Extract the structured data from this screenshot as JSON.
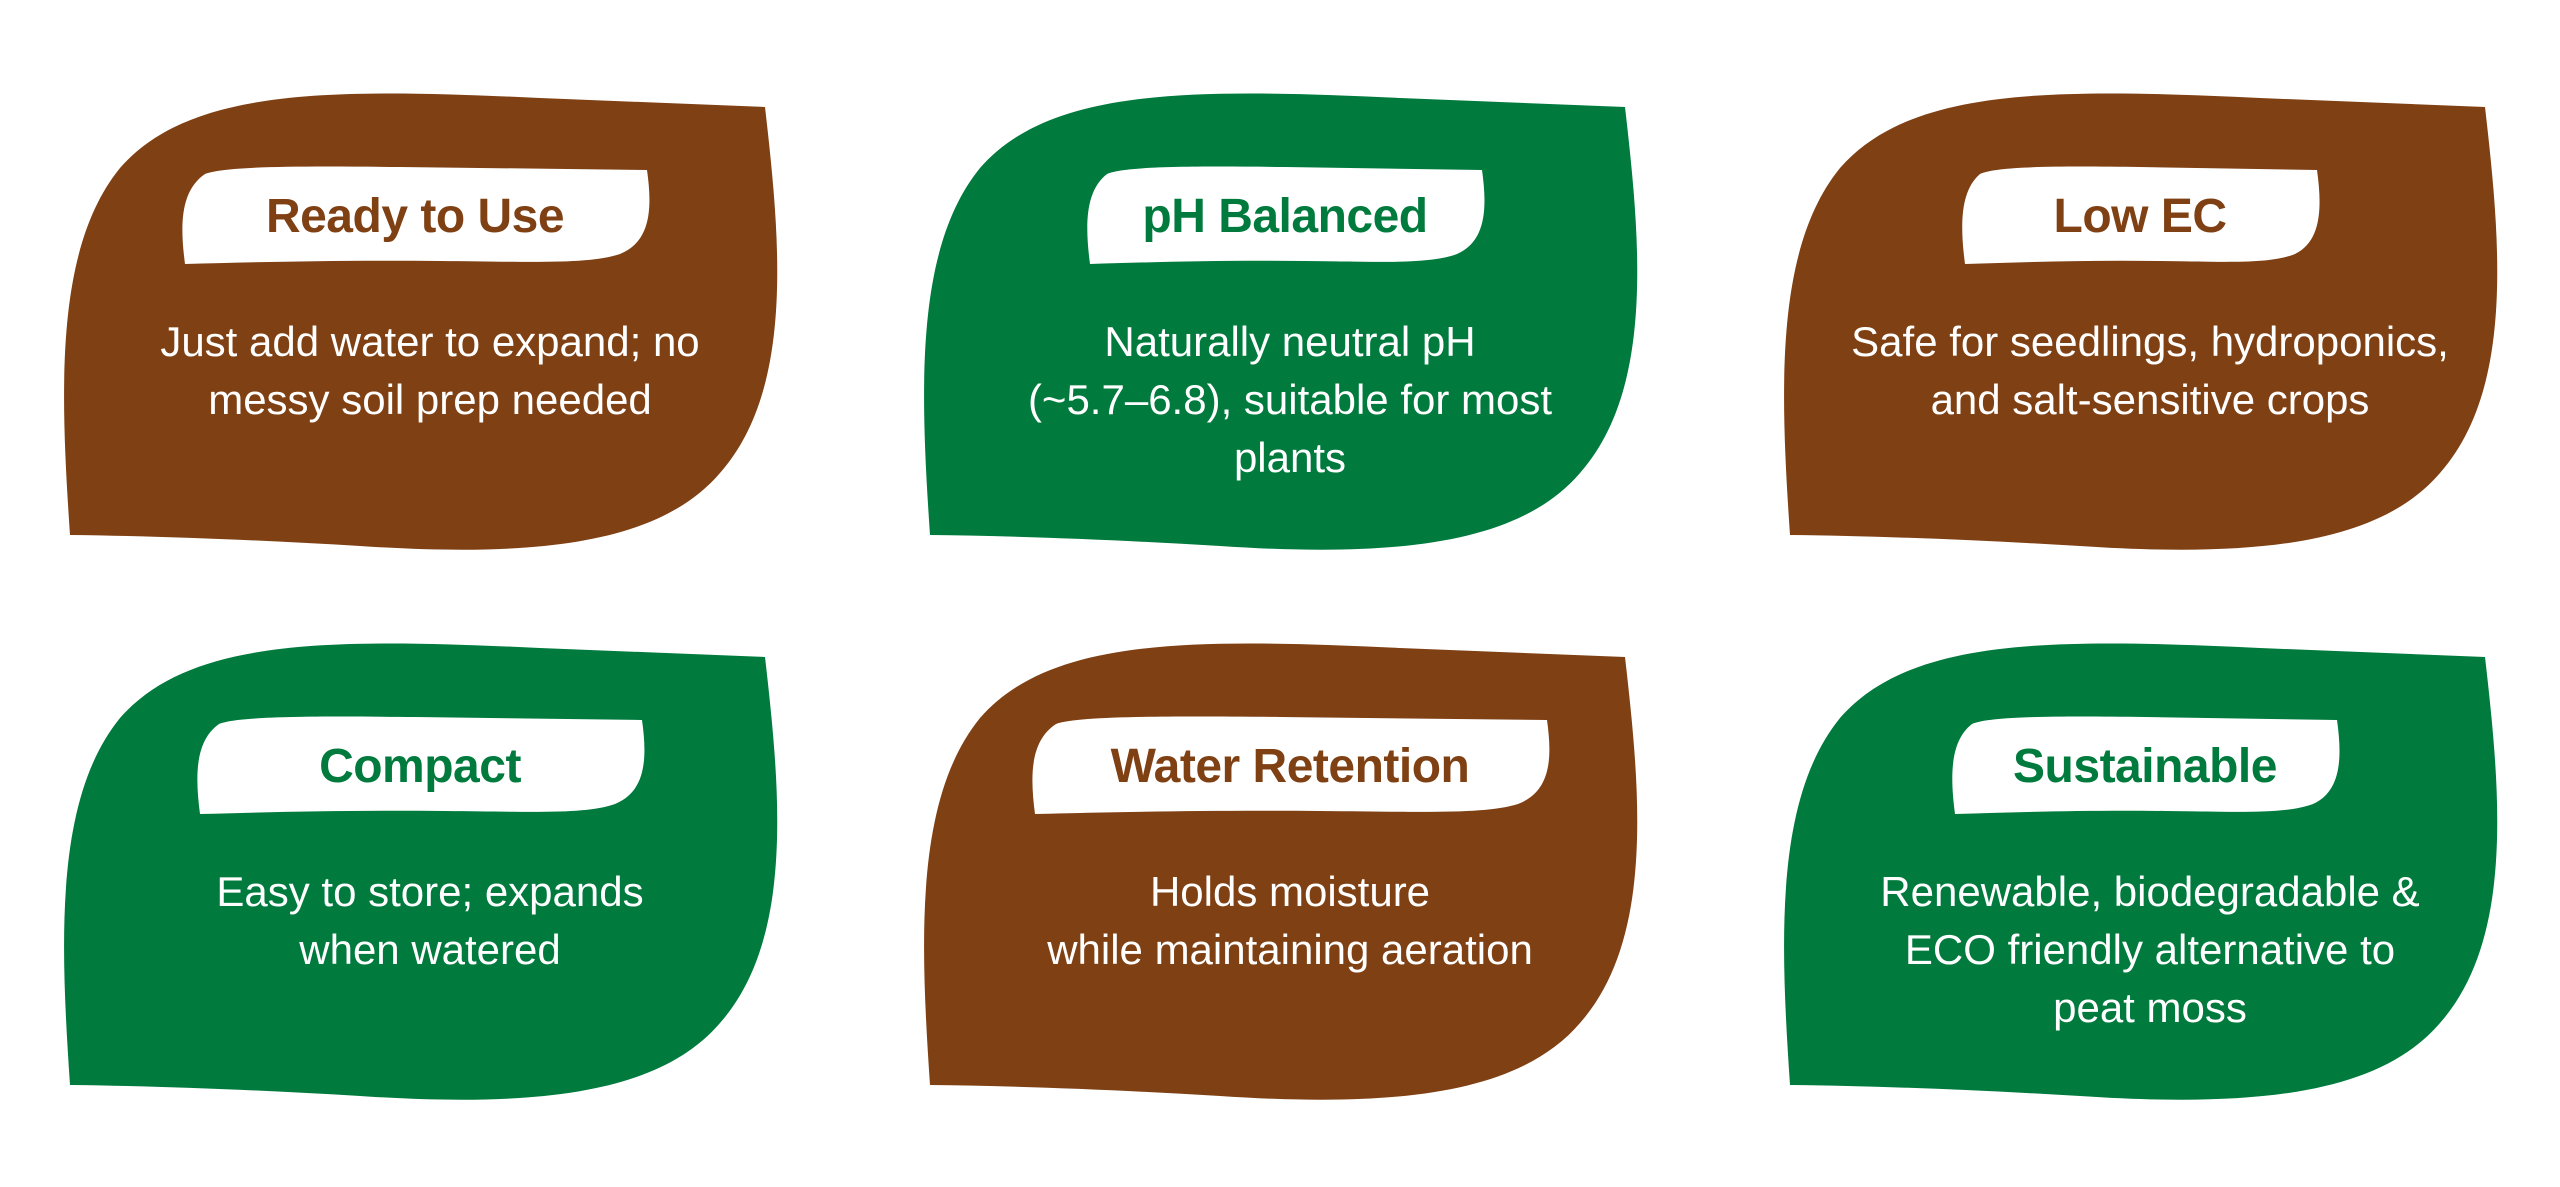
{
  "colors": {
    "brown": "#7F4014",
    "green": "#007A3D",
    "white": "#FFFFFF"
  },
  "cards": [
    {
      "title": "Ready to Use",
      "color": "brown",
      "lines": [
        "Just add water to expand; no",
        "messy soil prep needed"
      ]
    },
    {
      "title": "pH Balanced",
      "color": "green",
      "lines": [
        "Naturally neutral pH",
        "(~5.7–6.8), suitable for most",
        "plants"
      ]
    },
    {
      "title": "Low EC",
      "color": "brown",
      "lines": [
        "Safe for seedlings, hydroponics,",
        "and salt-sensitive crops"
      ]
    },
    {
      "title": "Compact",
      "color": "green",
      "lines": [
        "Easy to store; expands",
        "when watered"
      ]
    },
    {
      "title": "Water Retention",
      "color": "brown",
      "lines": [
        "Holds moisture",
        "while maintaining aeration"
      ]
    },
    {
      "title": "Sustainable",
      "color": "green",
      "lines": [
        "Renewable, biodegradable &",
        "ECO friendly alternative to",
        "peat moss"
      ]
    }
  ]
}
